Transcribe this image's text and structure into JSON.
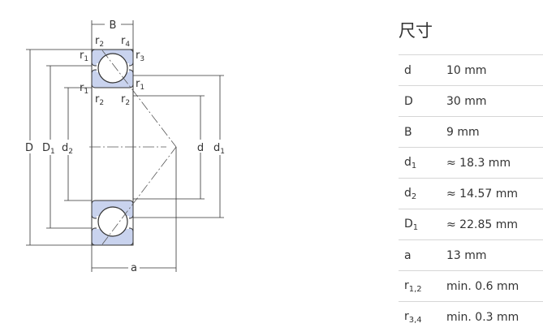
{
  "diagram": {
    "labels": {
      "B": "B",
      "r2_top_left": "r",
      "r2_top_left_sub": "2",
      "r4_top": "r",
      "r4_top_sub": "4",
      "r1_upper": "r",
      "r1_upper_sub": "1",
      "r3": "r",
      "r3_sub": "3",
      "r1_inner": "r",
      "r1_inner_sub": "1",
      "r1_right": "r",
      "r1_right_sub": "1",
      "r2_lower_left": "r",
      "r2_lower_left_sub": "2",
      "r2_lower_right": "r",
      "r2_lower_right_sub": "2",
      "D": "D",
      "D1": "D",
      "D1_sub": "1",
      "d2": "d",
      "d2_sub": "2",
      "d": "d",
      "d1": "d",
      "d1_sub": "1",
      "a": "a"
    },
    "colors": {
      "ring_fill": "#c9d3ee",
      "line": "#333333",
      "guide": "#555555"
    }
  },
  "dimensions": {
    "title": "尺寸",
    "rows": [
      {
        "symbol": "d",
        "sub": "",
        "value": "10 mm"
      },
      {
        "symbol": "D",
        "sub": "",
        "value": "30 mm"
      },
      {
        "symbol": "B",
        "sub": "",
        "value": "9 mm"
      },
      {
        "symbol": "d",
        "sub": "1",
        "value": "≈ 18.3 mm"
      },
      {
        "symbol": "d",
        "sub": "2",
        "value": "≈ 14.57 mm"
      },
      {
        "symbol": "D",
        "sub": "1",
        "value": "≈ 22.85 mm"
      },
      {
        "symbol": "a",
        "sub": "",
        "value": "13 mm"
      },
      {
        "symbol": "r",
        "sub": "1,2",
        "value": "min. 0.6 mm"
      },
      {
        "symbol": "r",
        "sub": "3,4",
        "value": "min. 0.3 mm"
      }
    ]
  }
}
